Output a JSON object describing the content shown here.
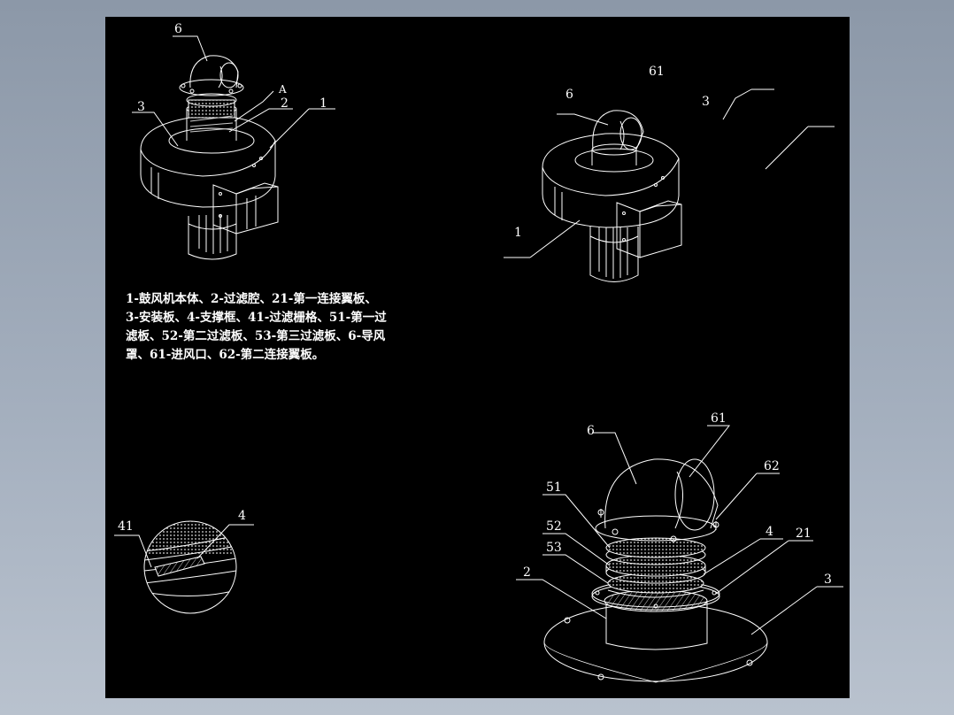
{
  "colors": {
    "background": "#8c98a8",
    "sheet": "#000000",
    "linework": "#ffffff"
  },
  "legend_lines": [
    "1-鼓风机本体、2-过滤腔、21-第一连接翼板、",
    "3-安装板、4-支撑框、41-过滤栅格、51-第一过",
    "滤板、52-第二过滤板、53-第三过滤板、6-导风",
    "罩、61-进风口、62-第二连接翼板。"
  ],
  "views": {
    "view1": {
      "labels": {
        "l6": "6",
        "lA": "A",
        "l2": "2",
        "l3": "3",
        "l1": "1"
      }
    },
    "view2": {
      "labels": {
        "l61": "61",
        "l6": "6",
        "l3": "3",
        "l1": "1"
      }
    },
    "detail": {
      "labels": {
        "l41": "41",
        "l4": "4"
      }
    },
    "exploded": {
      "labels": {
        "l6": "6",
        "l61": "61",
        "l62": "62",
        "l51": "51",
        "l52": "52",
        "l53": "53",
        "l4": "4",
        "l21": "21",
        "l2": "2",
        "l3": "3"
      }
    }
  }
}
